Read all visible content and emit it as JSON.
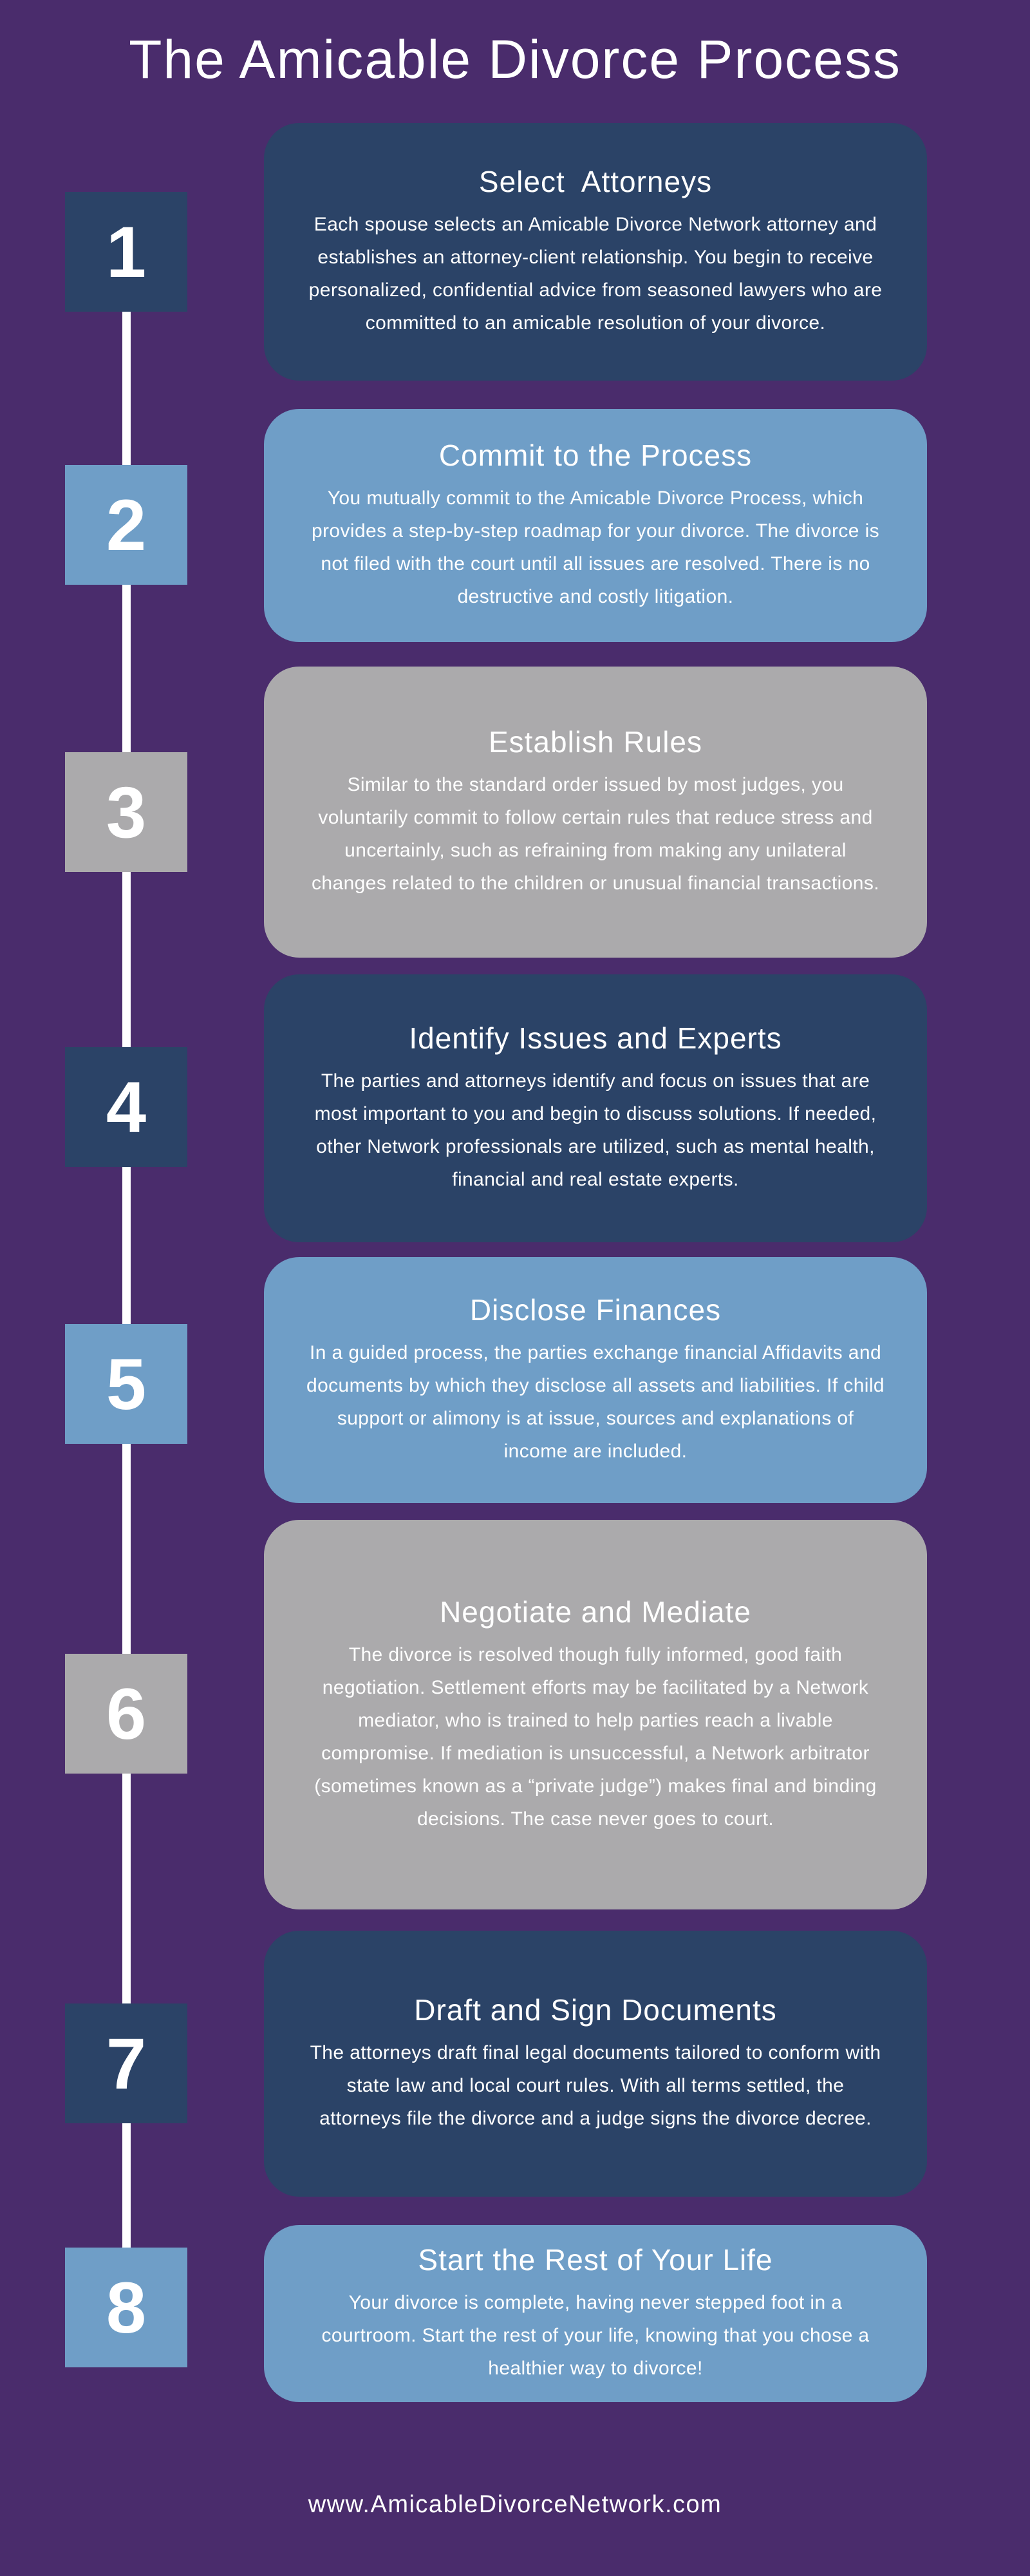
{
  "page": {
    "title": "The Amicable Divorce Process",
    "footer": "www.AmicableDivorceNetwork.com"
  },
  "colors": {
    "background": "#4A2C6C",
    "navy": "#2B4367",
    "blue": "#6F9EC7",
    "gray": "#ABAAAC",
    "text": "#FFFFFF"
  },
  "steps": [
    {
      "number": "1",
      "color_key": "navy",
      "title": "Select  Attorneys",
      "body": "Each spouse selects an Amicable Divorce Network attorney and establishes an attorney-client relationship. You begin to receive personalized, confidential advice from seasoned lawyers who are committed to an amicable resolution of your divorce."
    },
    {
      "number": "2",
      "color_key": "blue",
      "title": "Commit to the Process",
      "body": "You mutually commit to the Amicable Divorce Process, which provides a step-by-step roadmap for your divorce. The divorce is not filed with the court until all issues are resolved. There is no destructive and costly litigation."
    },
    {
      "number": "3",
      "color_key": "gray",
      "title": "Establish Rules",
      "body": "Similar to the standard order issued by most judges, you voluntarily commit to follow certain rules that reduce stress and uncertainly, such as refraining from making any unilateral changes related to the children or unusual financial transactions."
    },
    {
      "number": "4",
      "color_key": "navy",
      "title": "Identify Issues and Experts",
      "body": "The parties and attorneys identify and focus on issues that are most important to you and begin to discuss solutions. If needed, other Network professionals are utilized, such as mental health, financial and real estate experts."
    },
    {
      "number": "5",
      "color_key": "blue",
      "title": "Disclose Finances",
      "body": "In a guided process, the parties exchange financial Affidavits and documents by which they disclose all assets and liabilities. If child support or alimony is at issue, sources and explanations of income are included."
    },
    {
      "number": "6",
      "color_key": "gray",
      "title": "Negotiate and Mediate",
      "body": "The divorce is resolved though fully informed, good faith negotiation. Settlement efforts may be facilitated by a Network mediator, who is trained to help parties reach a livable compromise. If mediation is unsuccessful, a Network arbitrator (sometimes known as a “private judge”) makes final and binding decisions. The case never goes to court."
    },
    {
      "number": "7",
      "color_key": "navy",
      "title": "Draft and Sign Documents",
      "body": "The attorneys draft final legal documents tailored to conform with state law and local court rules. With all terms settled, the attorneys file the divorce and a judge signs the divorce decree."
    },
    {
      "number": "8",
      "color_key": "blue",
      "title": "Start the Rest of Your Life",
      "body": "Your divorce is complete, having never stepped foot in a courtroom. Start the rest of your life, knowing that you chose a healthier way to divorce!"
    }
  ]
}
